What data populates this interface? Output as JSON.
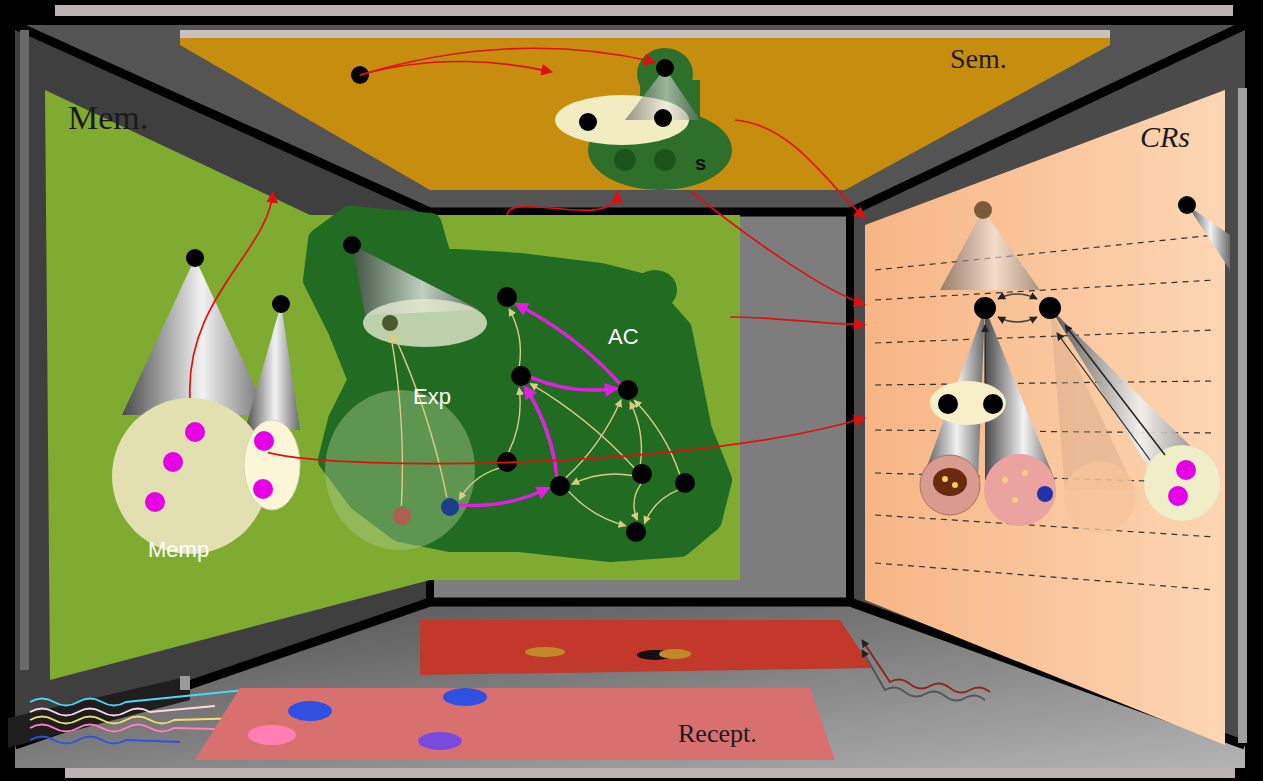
{
  "diagram": {
    "nodes": [
      {
        "text": [
          "Sem."
        ]
      },
      {
        "text": [
          "s"
        ],
        "in": 0
      },
      {
        "text": [
          "Mem."
        ]
      },
      {
        "text": [
          "Memp"
        ],
        "in": 2
      },
      {
        "text": [
          "AC",
          "Exp"
        ],
        "in": 2
      },
      {
        "text": [
          "CRs"
        ]
      },
      {
        "text": [
          "Recept."
        ]
      }
    ],
    "edges": [
      {
        "from": 3,
        "to": 0,
        "arrow": "to"
      },
      {
        "from": 4,
        "to": 0,
        "arrow": "to"
      },
      {
        "from": 0,
        "to": 5,
        "arrow": "to"
      },
      {
        "from": 4,
        "to": 5,
        "arrow": "to"
      },
      {
        "from": 3,
        "to": 5,
        "arrow": "to"
      },
      {
        "from": 1,
        "to": 5,
        "arrow": "to"
      }
    ]
  }
}
